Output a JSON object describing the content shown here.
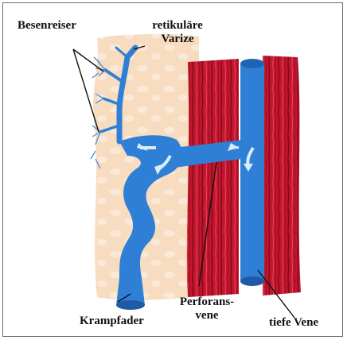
{
  "labels": {
    "besenreiser": "Besenreiser",
    "retikulaere_line1": "retikuläre",
    "retikulaere_line2": "Varize",
    "krampfader": "Krampfader",
    "perforans_line1": "Perforans-",
    "perforans_line2": "vene",
    "tiefe_vene": "tiefe Vene"
  },
  "colors": {
    "vein_blue": "#2f7fd6",
    "vein_light": "#8ec4f2",
    "skin": "#f7dcc0",
    "muscle": "#c4152e",
    "muscle_dark": "#7a0b1a"
  }
}
